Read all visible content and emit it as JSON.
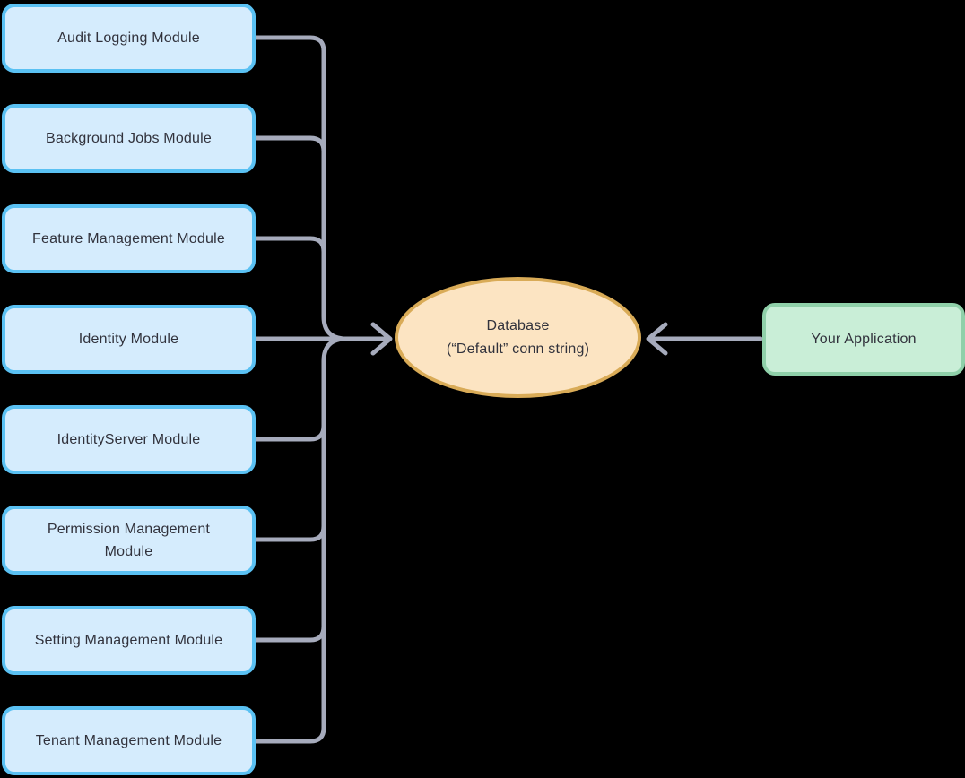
{
  "modules": [
    "Audit Logging Module",
    "Background Jobs Module",
    "Feature Management Module",
    "Identity Module",
    "IdentityServer Module",
    "Permission Management\nModule",
    "Setting Management Module",
    "Tenant Management Module"
  ],
  "database": {
    "line1": "Database",
    "line2": "(“Default” conn string)"
  },
  "app": {
    "label": "Your Application"
  },
  "colors": {
    "module_fill": "#d5ecfd",
    "module_border": "#5ac1f3",
    "db_fill": "#fce4c2",
    "db_border": "#d9ab57",
    "app_fill": "#c9eed7",
    "app_border": "#8fd0a9",
    "connector": "#a6abbc",
    "text": "#31323c",
    "background": "#000000"
  }
}
